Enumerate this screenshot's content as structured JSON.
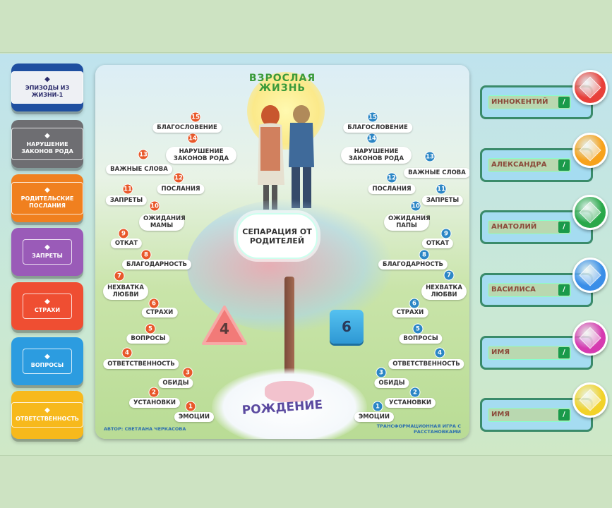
{
  "cards": [
    {
      "label": "ЭПИЗОДЫ ИЗ ЖИЗНИ-1",
      "icon": "photo-icon",
      "color": "#1f4fa0"
    },
    {
      "label": "НАРУШЕНИЕ ЗАКОНОВ РОДА",
      "icon": "minus-circle-icon",
      "color": "#6e6e72"
    },
    {
      "label": "РОДИТЕЛЬСКИЕ ПОСЛАНИЯ",
      "icon": "sprout-icon",
      "color": "#f0801f"
    },
    {
      "label": "ЗАПРЕТЫ",
      "icon": "locks-icon",
      "color": "#9a5bb8"
    },
    {
      "label": "СТРАХИ",
      "icon": "lightning-icon",
      "color": "#ef4e32"
    },
    {
      "label": "ВОПРОСЫ",
      "icon": "question-marks-icon",
      "color": "#2c9ce0"
    },
    {
      "label": "ОТВЕТСТВЕННОСТЬ",
      "icon": "scales-icon",
      "color": "#f7b91c"
    }
  ],
  "board": {
    "top_title": "ВЗРОСЛАЯ ЖИЗНЬ",
    "bottom_title": "РОЖДЕНИЕ",
    "center": "СЕПАРАЦИЯ ОТ РОДИТЕЛЕЙ",
    "author": "АВТОР: СВЕТЛАНА ЧЕРКАСОВА",
    "game_type": "ТРАНСФОРМАЦИОННАЯ ИГРА С РАССТАНОВКАМИ",
    "left_color": "#e8582a",
    "right_color": "#2b86c5",
    "left_steps": [
      {
        "n": "1",
        "label": "ЭМОЦИИ"
      },
      {
        "n": "2",
        "label": "УСТАНОВКИ"
      },
      {
        "n": "3",
        "label": "ОБИДЫ"
      },
      {
        "n": "4",
        "label": "ОТВЕТСТВЕННОСТЬ"
      },
      {
        "n": "5",
        "label": "ВОПРОСЫ"
      },
      {
        "n": "6",
        "label": "СТРАХИ"
      },
      {
        "n": "7",
        "label": "НЕХВАТКА ЛЮБВИ"
      },
      {
        "n": "8",
        "label": "БЛАГОДАРНОСТЬ"
      },
      {
        "n": "9",
        "label": "ОТКАТ"
      },
      {
        "n": "10",
        "label": "ОЖИДАНИЯ МАМЫ"
      },
      {
        "n": "11",
        "label": "ЗАПРЕТЫ"
      },
      {
        "n": "12",
        "label": "ПОСЛАНИЯ"
      },
      {
        "n": "13",
        "label": "ВАЖНЫЕ СЛОВА"
      },
      {
        "n": "14",
        "label": "НАРУШЕНИЕ ЗАКОНОВ РОДА"
      },
      {
        "n": "15",
        "label": "БЛАГОСЛОВЕНИЕ"
      }
    ],
    "right_steps": [
      {
        "n": "1",
        "label": "ЭМОЦИИ"
      },
      {
        "n": "2",
        "label": "УСТАНОВКИ"
      },
      {
        "n": "3",
        "label": "ОБИДЫ"
      },
      {
        "n": "4",
        "label": "ОТВЕТСТВЕННОСТЬ"
      },
      {
        "n": "5",
        "label": "ВОПРОСЫ"
      },
      {
        "n": "6",
        "label": "СТРАХИ"
      },
      {
        "n": "7",
        "label": "НЕХВАТКА ЛЮБВИ"
      },
      {
        "n": "8",
        "label": "БЛАГОДАРНОСТЬ"
      },
      {
        "n": "9",
        "label": "ОТКАТ"
      },
      {
        "n": "10",
        "label": "ОЖИДАНИЯ ПАПЫ"
      },
      {
        "n": "11",
        "label": "ЗАПРЕТЫ"
      },
      {
        "n": "12",
        "label": "ПОСЛАНИЯ"
      },
      {
        "n": "13",
        "label": "ВАЖНЫЕ СЛОВА"
      },
      {
        "n": "14",
        "label": "НАРУШЕНИЕ ЗАКОНОВ РОДА"
      },
      {
        "n": "15",
        "label": "БЛАГОСЛОВЕНИЕ"
      }
    ],
    "triangle_value": "4",
    "square_value": "6"
  },
  "players": [
    {
      "name": "ИННОКЕНТИЙ",
      "gem_color": "#e8403a"
    },
    {
      "name": "АЛЕКСАНДРА",
      "gem_color": "#f7a21c"
    },
    {
      "name": "АНАТОЛИЙ",
      "gem_color": "#2aa84a"
    },
    {
      "name": "ВАСИЛИСА",
      "gem_color": "#3a8ee8"
    },
    {
      "name": "ИМЯ",
      "gem_color": "#d63ab0"
    },
    {
      "name": "ИМЯ",
      "gem_color": "#f2d22a"
    }
  ],
  "edit_glyph": "/"
}
